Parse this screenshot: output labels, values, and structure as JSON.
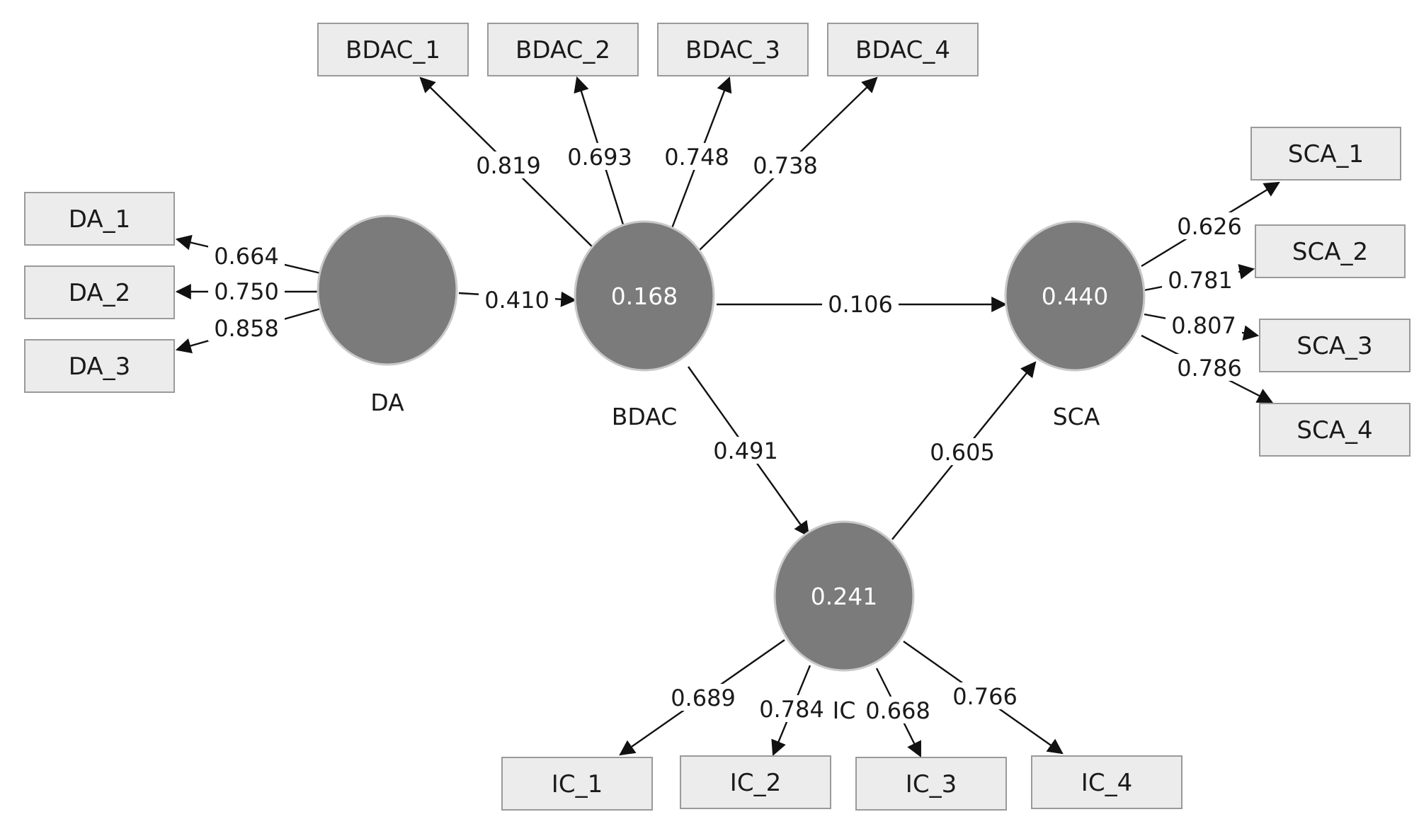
{
  "diagram": {
    "nodes": [
      {
        "id": "DA",
        "label": "DA",
        "value": ""
      },
      {
        "id": "BDAC",
        "label": "BDAC",
        "value": "0.168"
      },
      {
        "id": "SCA",
        "label": "SCA",
        "value": "0.440"
      },
      {
        "id": "IC",
        "label": "IC",
        "value": "0.241"
      }
    ],
    "indicators": [
      {
        "id": "DA_1",
        "label": "DA_1"
      },
      {
        "id": "DA_2",
        "label": "DA_2"
      },
      {
        "id": "DA_3",
        "label": "DA_3"
      },
      {
        "id": "BDAC_1",
        "label": "BDAC_1"
      },
      {
        "id": "BDAC_2",
        "label": "BDAC_2"
      },
      {
        "id": "BDAC_3",
        "label": "BDAC_3"
      },
      {
        "id": "BDAC_4",
        "label": "BDAC_4"
      },
      {
        "id": "SCA_1",
        "label": "SCA_1"
      },
      {
        "id": "SCA_2",
        "label": "SCA_2"
      },
      {
        "id": "SCA_3",
        "label": "SCA_3"
      },
      {
        "id": "SCA_4",
        "label": "SCA_4"
      },
      {
        "id": "IC_1",
        "label": "IC_1"
      },
      {
        "id": "IC_2",
        "label": "IC_2"
      },
      {
        "id": "IC_3",
        "label": "IC_3"
      },
      {
        "id": "IC_4",
        "label": "IC_4"
      }
    ],
    "paths": [
      {
        "from": "DA",
        "to": "BDAC",
        "weight": "0.410"
      },
      {
        "from": "BDAC",
        "to": "SCA",
        "weight": "0.106"
      },
      {
        "from": "BDAC",
        "to": "IC",
        "weight": "0.491"
      },
      {
        "from": "IC",
        "to": "SCA",
        "weight": "0.605"
      }
    ],
    "loadings": [
      {
        "from": "DA",
        "to": "DA_1",
        "weight": "0.664"
      },
      {
        "from": "DA",
        "to": "DA_2",
        "weight": "0.750"
      },
      {
        "from": "DA",
        "to": "DA_3",
        "weight": "0.858"
      },
      {
        "from": "BDAC",
        "to": "BDAC_1",
        "weight": "0.819"
      },
      {
        "from": "BDAC",
        "to": "BDAC_2",
        "weight": "0.693"
      },
      {
        "from": "BDAC",
        "to": "BDAC_3",
        "weight": "0.748"
      },
      {
        "from": "BDAC",
        "to": "BDAC_4",
        "weight": "0.738"
      },
      {
        "from": "SCA",
        "to": "SCA_1",
        "weight": "0.626"
      },
      {
        "from": "SCA",
        "to": "SCA_2",
        "weight": "0.781"
      },
      {
        "from": "SCA",
        "to": "SCA_3",
        "weight": "0.807"
      },
      {
        "from": "SCA",
        "to": "SCA_4",
        "weight": "0.786"
      },
      {
        "from": "IC",
        "to": "IC_1",
        "weight": "0.689"
      },
      {
        "from": "IC",
        "to": "IC_2",
        "weight": "0.784"
      },
      {
        "from": "IC",
        "to": "IC_3",
        "weight": "0.668"
      },
      {
        "from": "IC",
        "to": "IC_4",
        "weight": "0.766"
      }
    ],
    "colors": {
      "construct_fill": "#7b7b7b",
      "indicator_fill": "#ececec",
      "edge": "#111111"
    }
  }
}
